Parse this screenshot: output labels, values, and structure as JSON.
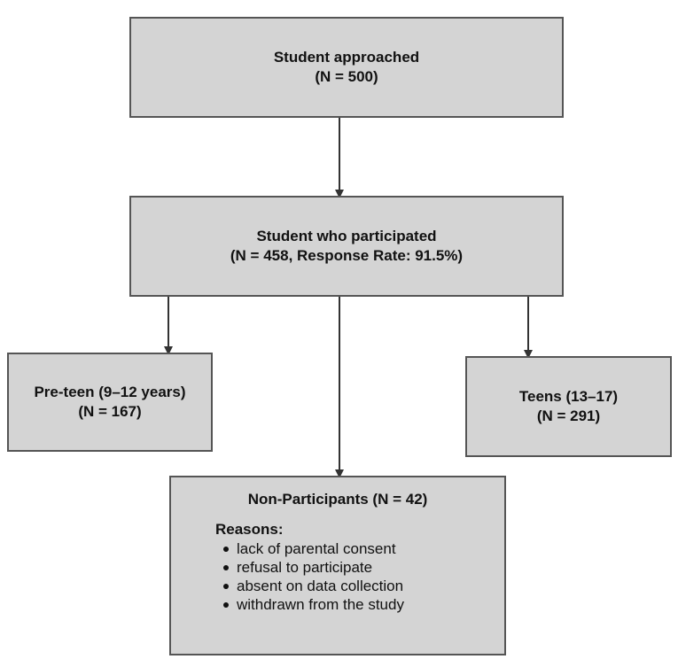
{
  "approached": {
    "line1": "Student approached",
    "line2": "(N = 500)"
  },
  "participated": {
    "line1": "Student who participated",
    "line2": "(N = 458, Response Rate: 91.5%)"
  },
  "preteen": {
    "line1": "Pre-teen (9–12 years)",
    "line2": "(N = 167)"
  },
  "teens": {
    "line1": "Teens (13–17)",
    "line2": "(N = 291)"
  },
  "nonparticipants": {
    "title": "Non-Participants (N = 42)",
    "reasons_label": "Reasons:",
    "reasons": [
      "lack of parental consent",
      "refusal to participate",
      "absent on data collection",
      "withdrawn from the study"
    ]
  }
}
